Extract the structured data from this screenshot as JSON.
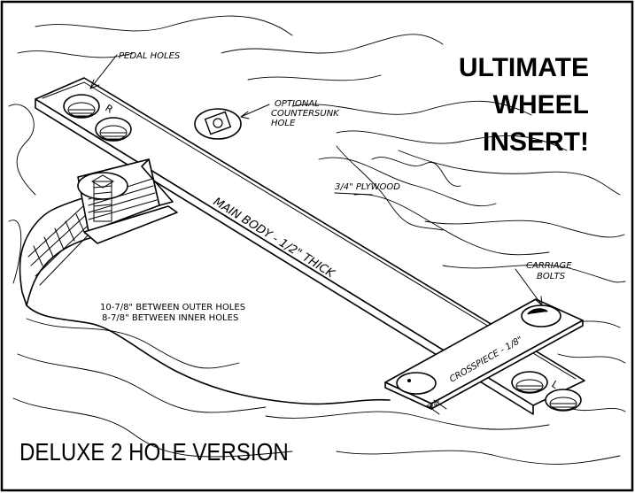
{
  "title": {
    "line1": "ULTIMATE",
    "line2": "WHEEL",
    "line3": "INSERT!"
  },
  "labels": {
    "pedal_holes": "PEDAL HOLES",
    "countersunk_line1": "OPTIONAL",
    "countersunk_line2": "COUNTERSUNK",
    "countersunk_line3": "HOLE",
    "plywood": "3/4\" PLYWOOD",
    "main_body": "MAIN BODY - 1/2\" THICK",
    "carriage_line1": "CARRIAGE",
    "carriage_line2": "BOLTS",
    "crosspiece": "CROSSPIECE - 1/8\"",
    "crosspiece_dim": "1/4\"",
    "outer_holes": "10-7/8\" BETWEEN OUTER HOLES",
    "inner_holes": "8-7/8\" BETWEEN INNER HOLES",
    "hole_mark_right": "R",
    "hole_mark_left": "L"
  },
  "footer": {
    "version": "DELUXE 2 HOLE VERSION"
  }
}
